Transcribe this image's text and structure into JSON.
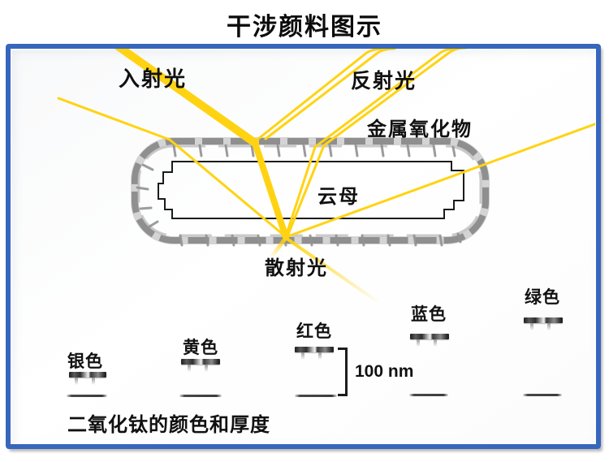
{
  "title": "干涉颜料图示",
  "diagram": {
    "labels": {
      "incident_light": "入射光",
      "reflected_light": "反射光",
      "metal_oxide": "金属氧化物",
      "mica": "云母",
      "scattered_light": "散射光"
    },
    "colors": {
      "ray_yellow": "#FFD312",
      "frame_blue": "#3766BD",
      "particle_gray": "#8F8F8F",
      "outline_black": "#1B1B1B"
    }
  },
  "thickness_chart": {
    "caption": "二氧化钛的颜色和厚度",
    "scale_label": "100 nm",
    "items": [
      {
        "label": "银色"
      },
      {
        "label": "黄色"
      },
      {
        "label": "红色"
      },
      {
        "label": "蓝色"
      },
      {
        "label": "绿色"
      }
    ]
  }
}
